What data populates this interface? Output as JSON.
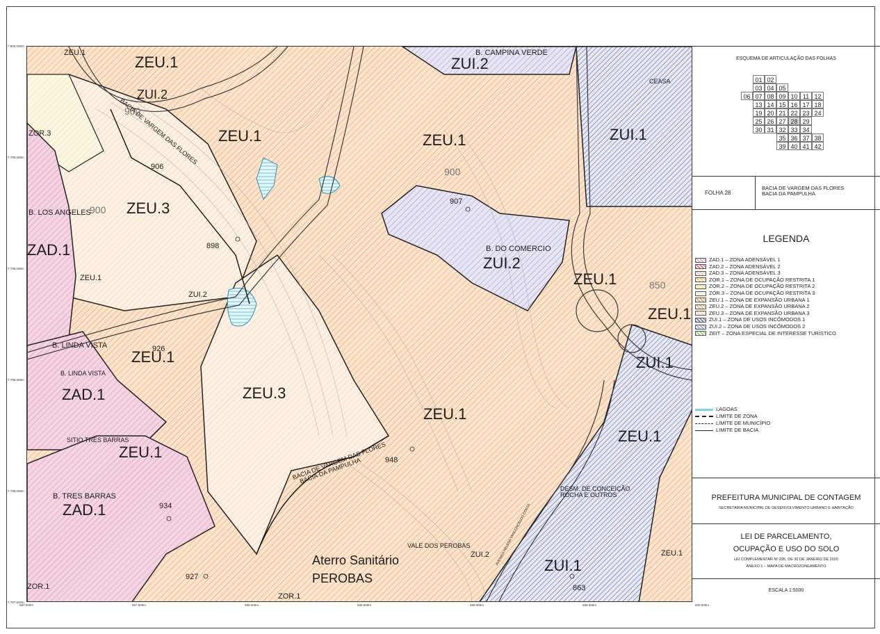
{
  "map": {
    "zone_labels": [
      {
        "text": "ZEU.1",
        "cls": "z-sm"
      },
      {
        "text": "ZEU.1",
        "cls": "z-big"
      },
      {
        "text": "ZUI.2",
        "cls": "z-med"
      },
      {
        "text": "ZUI.2",
        "cls": "z-big"
      },
      {
        "text": "B. CAMPINA VERDE",
        "cls": "z-sm"
      },
      {
        "text": "CEASA",
        "cls": "z-xs"
      },
      {
        "text": "ZEU.1",
        "cls": "z-big"
      },
      {
        "text": "ZEU.1",
        "cls": "z-big"
      },
      {
        "text": "ZUI.1",
        "cls": "z-big"
      },
      {
        "text": "ZOR.3",
        "cls": "z-sm"
      },
      {
        "text": "ZEU.3",
        "cls": "z-big"
      },
      {
        "text": "B. LOS ANGELES",
        "cls": "z-sm"
      },
      {
        "text": "ZAD.1",
        "cls": "z-big"
      },
      {
        "text": "ZEU.1",
        "cls": "z-sm"
      },
      {
        "text": "B. DO COMERCIO",
        "cls": "z-sm"
      },
      {
        "text": "ZUI.2",
        "cls": "z-big"
      },
      {
        "text": "ZEU.1",
        "cls": "z-big"
      },
      {
        "text": "ZEU.1",
        "cls": "z-big"
      },
      {
        "text": "ZUI.2",
        "cls": "z-sm"
      },
      {
        "text": "B. LINDA VISTA",
        "cls": "z-sm"
      },
      {
        "text": "ZEU.1",
        "cls": "z-big"
      },
      {
        "text": "B. LINDA VISTA",
        "cls": "z-xs"
      },
      {
        "text": "ZAD.1",
        "cls": "z-big"
      },
      {
        "text": "ZEU.3",
        "cls": "z-big"
      },
      {
        "text": "ZUI.1",
        "cls": "z-big"
      },
      {
        "text": "ZEU.1",
        "cls": "z-big"
      },
      {
        "text": "SITIO TRES BARRAS",
        "cls": "z-xs"
      },
      {
        "text": "ZEU.1",
        "cls": "z-big"
      },
      {
        "text": "ZEU.1",
        "cls": "z-big"
      },
      {
        "text": "B. TRES BARRAS",
        "cls": "z-sm"
      },
      {
        "text": "ZAD.1",
        "cls": "z-big"
      },
      {
        "text": "DESM. DE CONCEIÇÃO ROCHA E OUTROS",
        "cls": "z-xs"
      },
      {
        "text": "VALE DOS PEROBAS",
        "cls": "z-xs"
      },
      {
        "text": "ZUI.2",
        "cls": "z-sm"
      },
      {
        "text": "Aterro Sanitário",
        "cls": "z-med"
      },
      {
        "text": "PEROBAS",
        "cls": "z-med"
      },
      {
        "text": "ZUI.1",
        "cls": "z-big"
      },
      {
        "text": "ZEU.1",
        "cls": "z-sm"
      },
      {
        "text": "ZOR.1",
        "cls": "z-sm"
      },
      {
        "text": "ZOR.1",
        "cls": "z-sm"
      }
    ],
    "elevations": [
      "900",
      "906",
      "900",
      "900",
      "907",
      "898",
      "850",
      "926",
      "948",
      "934",
      "927",
      "863"
    ],
    "road_labels": [
      "BACIA DE VARGEM DAS FLORES",
      "BACIA DA PAMPULHA",
      "AVENIDA HELENA VASCONCELOS COSTA"
    ],
    "x_ticks": [
      "597.000m",
      "597.500m",
      "598.000m",
      "598.500m",
      "599.000m",
      "599.500m",
      "600.000m"
    ],
    "y_ticks": [
      "7.800.000m",
      "7.799.500m",
      "7.799.000m",
      "7.798.500m",
      "7.798.000m",
      "7.797.500m"
    ]
  },
  "panel": {
    "articulation_title": "ESQUEMA DE ARTICULAÇÃO DAS FOLHAS",
    "sheet_grid": [
      [
        "",
        "01",
        "02"
      ],
      [
        "",
        "03",
        "04",
        "05"
      ],
      [
        "06",
        "07",
        "08",
        "09",
        "10",
        "11",
        "12"
      ],
      [
        "",
        "13",
        "14",
        "15",
        "16",
        "17",
        "18"
      ],
      [
        "",
        "19",
        "20",
        "21",
        "22",
        "23",
        "24"
      ],
      [
        "",
        "25",
        "26",
        "27",
        "28",
        "29"
      ],
      [
        "",
        "30",
        "31",
        "32",
        "33",
        "34"
      ],
      [
        "",
        "",
        "",
        "35",
        "36",
        "37",
        "38"
      ],
      [
        "",
        "",
        "",
        "39",
        "40",
        "41",
        "42"
      ]
    ],
    "current_sheet": "28",
    "folha_label": "FOLHA 28",
    "basins": "BACIA DE VARGEM DAS FLORES\nBACIA DA PAMPULHA",
    "legend_title": "LEGENDA",
    "legend_items": [
      {
        "code": "ZAD.1",
        "desc": "ZONA ADENSÁVEL 1",
        "color": "#e7a9c6"
      },
      {
        "code": "ZAD.2",
        "desc": "ZONA ADENSÁVEL 2",
        "color": "#e06f6f"
      },
      {
        "code": "ZAD.3",
        "desc": "ZONA ADENSÁVEL 3",
        "color": "#f0c89a"
      },
      {
        "code": "ZOR.1",
        "desc": "ZONA DE OCUPAÇÃO RESTRITA 1",
        "color": "#f5c46d"
      },
      {
        "code": "ZOR.2",
        "desc": "ZONA DE OCUPAÇÃO RESTRITA 2",
        "color": "#f6e08e"
      },
      {
        "code": "ZOR.3",
        "desc": "ZONA DE OCUPAÇÃO RESTRITA 3",
        "color": "#f7efc6"
      },
      {
        "code": "ZEU.1",
        "desc": "ZONA DE EXPANSÃO URBANA 1",
        "color": "#f1a35e"
      },
      {
        "code": "ZEU.2",
        "desc": "ZONA DE EXPANSÃO URBANA 2",
        "color": "#e8b87c"
      },
      {
        "code": "ZEU.3",
        "desc": "ZONA DE EXPANSÃO URBANA 3",
        "color": "#f6d3b4"
      },
      {
        "code": "ZUI.1",
        "desc": "ZONA DE USOS INCÔMODOS 1",
        "color": "#6f79b8"
      },
      {
        "code": "ZUI.2",
        "desc": "ZONA DE USOS INCÔMODOS 2",
        "color": "#a9a4d4"
      },
      {
        "code": "ZEIT",
        "desc": "ZONA ESPECIAL DE INTERESSE TURÍSTICO",
        "color": "#8fd27c"
      }
    ],
    "line_legend": [
      "LAGOAS",
      "LIMITE DE ZONA",
      "LIMITE DE MUNICÍPIO",
      "LIMITE DE BACIA"
    ],
    "org_title": "PREFEITURA MUNICIPAL DE CONTAGEM",
    "org_subtitle": "SECRETARIA MUNICIPAL DE DESENVOLVIMENTO URBANO E HABITAÇÃO",
    "law_title_1": "LEI DE PARCELAMENTO,",
    "law_title_2": "OCUPAÇÃO E USO DO SOLO",
    "law_ref": "LEI COMPLEMENTAR Nº 295, DE 30 DE JANEIRO DE 2020",
    "law_annex": "ANEXO 1 – MAPA DE MACROZONEAMENTO",
    "scale": "ESCALA 1:5000"
  },
  "colors": {
    "zeu1": "#f1a35e",
    "zeu3": "#f6d3b4",
    "zui1": "#6f79b8",
    "zui2": "#a9a4d4",
    "zad1": "#e7a9c6",
    "zor3": "#f7efc6",
    "lake": "#7fd3e6"
  }
}
